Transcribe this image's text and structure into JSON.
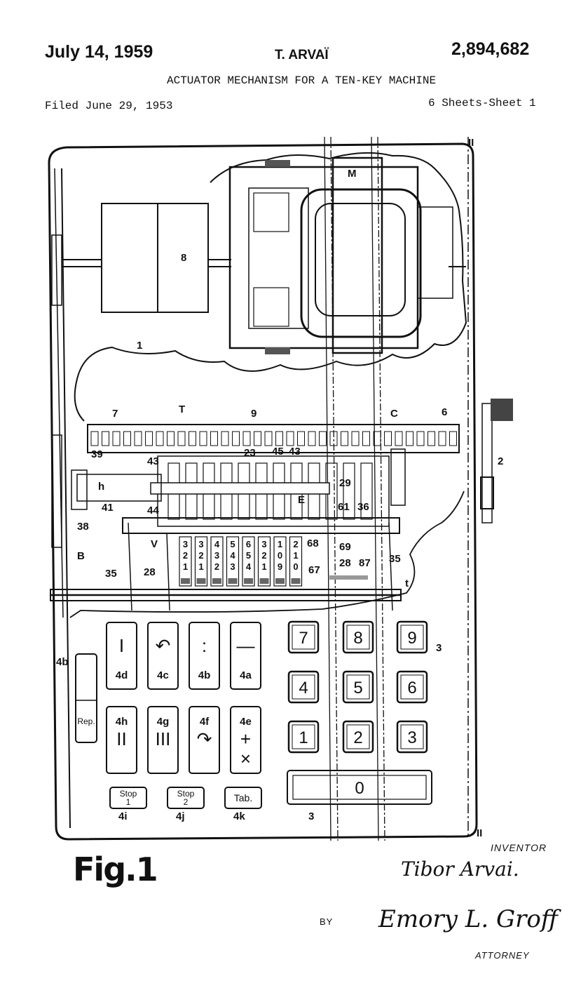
{
  "header": {
    "date": "July 14, 1959",
    "inventor_name": "T. ARVAÏ",
    "patent_number": "2,894,682",
    "title": "ACTUATOR MECHANISM FOR A TEN-KEY MACHINE",
    "filed": "Filed June 29, 1953",
    "sheets": "6 Sheets-Sheet 1"
  },
  "figure": {
    "caption": "Fig.1",
    "section_marks": [
      "II",
      "II"
    ],
    "parts": {
      "M": "M",
      "8": "8",
      "1": "1",
      "7": "7",
      "T": "T",
      "9": "9",
      "C": "C",
      "6": "6",
      "2": "2",
      "39": "39",
      "43a": "43",
      "23": "23",
      "45": "45",
      "43b": "43",
      "29": "29",
      "h": "h",
      "41": "41",
      "38": "38",
      "44": "44",
      "E": "E",
      "61": "61",
      "36": "36",
      "V": "V",
      "68": "68",
      "69": "69",
      "67": "67",
      "28a": "28",
      "87": "87",
      "35a": "35",
      "B": "B",
      "35b": "35",
      "28b": "28",
      "t": "t",
      "3a": "3",
      "3b": "3"
    },
    "counter_columns": [
      [
        "3",
        "2",
        "1"
      ],
      [
        "3",
        "2",
        "1"
      ],
      [
        "4",
        "3",
        "2"
      ],
      [
        "5",
        "4",
        "3"
      ],
      [
        "6",
        "5",
        "4"
      ],
      [
        "3",
        "2",
        "1"
      ],
      [
        "1",
        "0",
        "9"
      ],
      [
        "2",
        "1",
        "0"
      ]
    ],
    "function_keys": [
      {
        "symbol": "I",
        "label": "4d"
      },
      {
        "symbol": "↶",
        "label": "4c"
      },
      {
        "symbol": ":",
        "label": "4b"
      },
      {
        "symbol": "—",
        "label": "4a"
      },
      {
        "symbol": "II",
        "label": "4h"
      },
      {
        "symbol": "III",
        "label": "4g"
      },
      {
        "symbol": "↷",
        "label": "4f"
      },
      {
        "symbol": "+\n×",
        "label": "4e"
      }
    ],
    "side_key": {
      "label": "4b",
      "text": "Rep."
    },
    "bottom_keys": [
      {
        "text": "Stop\n1",
        "label": "4i"
      },
      {
        "text": "Stop\n2",
        "label": "4j"
      },
      {
        "text": "Tab.",
        "label": "4k"
      }
    ],
    "number_keys": [
      "7",
      "8",
      "9",
      "4",
      "5",
      "6",
      "1",
      "2",
      "3",
      "0"
    ]
  },
  "footer": {
    "inventor_caption": "INVENTOR",
    "inventor_signature": "Tibor Arvai.",
    "by": "BY",
    "attorney_signature": "Emory L. Groff",
    "attorney_caption": "ATTORNEY"
  }
}
